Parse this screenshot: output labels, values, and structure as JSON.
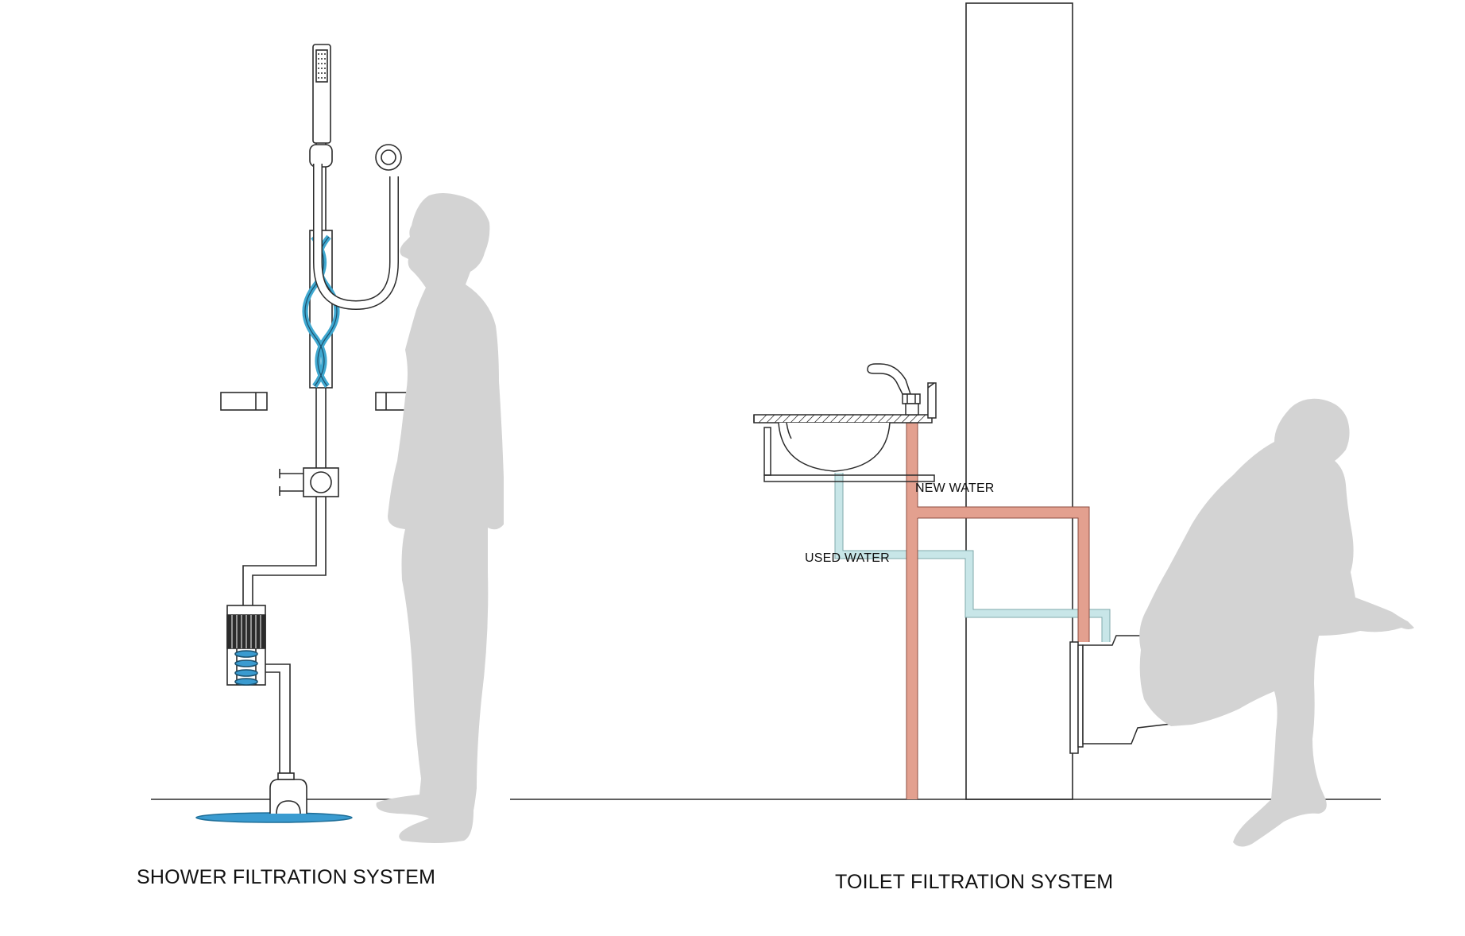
{
  "captions": {
    "shower": "SHOWER FILTRATION SYSTEM",
    "toilet": "TOILET FILTRATION SYSTEM"
  },
  "pipes": {
    "new_water": "NEW WATER",
    "used_water": "USED WATER"
  },
  "colors": {
    "line": "#2b2b2b",
    "silhouette": "#d3d3d3",
    "new_water_pipe": "#e3a08f",
    "used_water_pipe": "#c8e6e8",
    "filter_water": "#3fa8d0",
    "drain_puddle": "#3a9bd0"
  }
}
